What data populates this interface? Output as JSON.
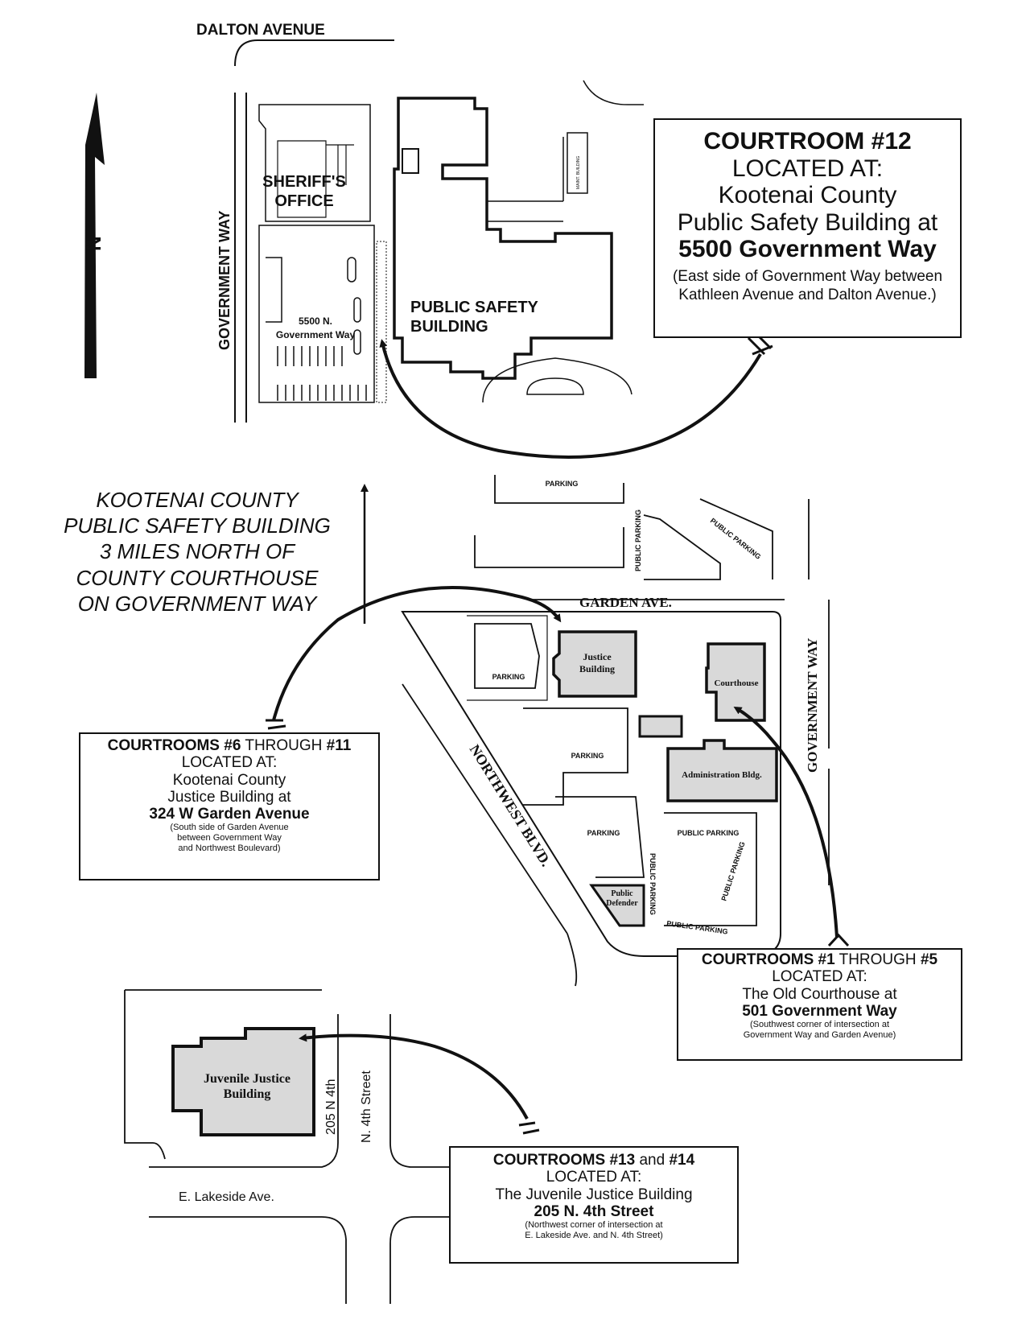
{
  "streets": {
    "dalton": "DALTON AVENUE",
    "government_way_top": "GOVERNMENT WAY",
    "garden": "GARDEN AVE.",
    "government_way_right": "GOVERNMENT WAY",
    "northwest": "NORTHWEST BLVD.",
    "lakeside": "E. Lakeside Ave.",
    "fourth": "N. 4th Street",
    "n205": "205 N 4th"
  },
  "buildings": {
    "sheriff_line1": "SHERIFF'S",
    "sheriff_line2": "OFFICE",
    "psb_line1": "PUBLIC SAFETY",
    "psb_line2": "BUILDING",
    "addr_line1": "5500 N.",
    "addr_line2": "Government Way",
    "maint": "MAINT. BUILDING",
    "justice_line1": "Justice",
    "justice_line2": "Building",
    "courthouse": "Courthouse",
    "admin": "Administration Bldg.",
    "pd_line1": "Public",
    "pd_line2": "Defender",
    "juvenile_line1": "Juvenile Justice",
    "juvenile_line2": "Building"
  },
  "parking": {
    "p_top": "PARKING",
    "p_public_vert": "PUBLIC PARKING",
    "p_public_diag": "PUBLIC PARKING",
    "p_left": "PARKING",
    "p_mid": "PARKING",
    "p_lower": "PARKING",
    "p_public_1": "PUBLIC PARKING",
    "p_public_2": "PUBLIC PARKING",
    "p_public_3": "PUBLIC PARKING",
    "p_public_4": "PUBLIC PARKING"
  },
  "note": {
    "line1": "KOOTENAI COUNTY",
    "line2": "PUBLIC SAFETY BUILDING",
    "line3": "3 MILES NORTH OF",
    "line4": "COUNTY COURTHOUSE",
    "line5": "ON GOVERNMENT WAY"
  },
  "box12": {
    "line1": "COURTROOM #12",
    "line2": "LOCATED AT:",
    "line3": "Kootenai County",
    "line4": "Public Safety Building at",
    "line5": "5500 Government Way",
    "line6": "(East side of Government Way between",
    "line7": "Kathleen Avenue and Dalton Avenue.)"
  },
  "box6": {
    "h_a": "COURTROOMS #6",
    "h_b": " THROUGH ",
    "h_c": "#11",
    "line2": "LOCATED AT:",
    "line3": "Kootenai County",
    "line4": "Justice Building at",
    "line5": "324 W Garden Avenue",
    "line6": "(South side of Garden Avenue",
    "line7": "between Government Way",
    "line8": "and Northwest Boulevard)"
  },
  "box1": {
    "h_a": "COURTROOMS #1",
    "h_b": " THROUGH ",
    "h_c": "#5",
    "line2": "LOCATED AT:",
    "line3": "The Old Courthouse at",
    "line4": "501 Government Way",
    "line5": "(Southwest corner of intersection at",
    "line6": "Government Way and Garden Avenue)"
  },
  "box13": {
    "h_a": "COURTROOMS #13",
    "h_b": " and ",
    "h_c": "#14",
    "line2": "LOCATED AT:",
    "line3": "The Juvenile Justice Building",
    "line4": "205 N. 4th Street",
    "line5": "(Northwest corner of intersection at",
    "line6": "E. Lakeside Ave. and N. 4th Street)"
  },
  "north_label": "N",
  "colors": {
    "building_fill": "#d9d9d9",
    "line": "#111111"
  }
}
